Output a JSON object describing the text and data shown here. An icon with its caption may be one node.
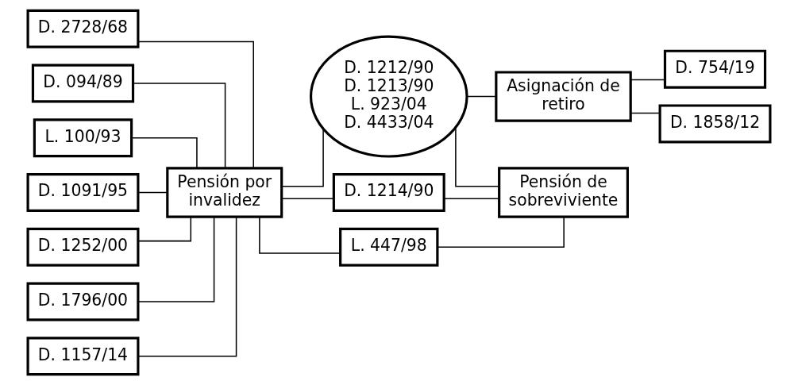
{
  "diagram": {
    "nodes": [
      {
        "text": [
          "D. 2728/68"
        ]
      },
      {
        "text": [
          "D. 094/89"
        ]
      },
      {
        "text": [
          "L. 100/93"
        ]
      },
      {
        "text": [
          "D. 1091/95"
        ]
      },
      {
        "text": [
          "D. 1252/00"
        ]
      },
      {
        "text": [
          "D. 1796/00"
        ]
      },
      {
        "text": [
          "D. 1157/14"
        ]
      },
      {
        "text": [
          "Pensión por invalidez"
        ]
      },
      {
        "text": [
          "D. 1212/90",
          "D. 1213/90",
          "L. 923/04",
          "D. 4433/04"
        ]
      },
      {
        "text": [
          "Asignación de retiro"
        ]
      },
      {
        "text": [
          "D. 754/19"
        ]
      },
      {
        "text": [
          "D. 1858/12"
        ]
      },
      {
        "text": [
          "D. 1214/90"
        ]
      },
      {
        "text": [
          "L. 447/98"
        ]
      },
      {
        "text": [
          "Pensión de sobreviviente"
        ]
      }
    ],
    "edges": [
      {
        "from": 0,
        "to": 7,
        "arrow": "none"
      },
      {
        "from": 1,
        "to": 7,
        "arrow": "none"
      },
      {
        "from": 2,
        "to": 7,
        "arrow": "none"
      },
      {
        "from": 3,
        "to": 7,
        "arrow": "none"
      },
      {
        "from": 4,
        "to": 7,
        "arrow": "none"
      },
      {
        "from": 5,
        "to": 7,
        "arrow": "none"
      },
      {
        "from": 6,
        "to": 7,
        "arrow": "none"
      },
      {
        "from": 7,
        "to": 8,
        "arrow": "none"
      },
      {
        "from": 8,
        "to": 9,
        "arrow": "none"
      },
      {
        "from": 9,
        "to": 10,
        "arrow": "none"
      },
      {
        "from": 9,
        "to": 11,
        "arrow": "none"
      },
      {
        "from": 7,
        "to": 12,
        "arrow": "none"
      },
      {
        "from": 7,
        "to": 13,
        "arrow": "none"
      },
      {
        "from": 12,
        "to": 14,
        "arrow": "none"
      },
      {
        "from": 13,
        "to": 14,
        "arrow": "none"
      },
      {
        "from": 8,
        "to": 14,
        "arrow": "none"
      }
    ]
  }
}
